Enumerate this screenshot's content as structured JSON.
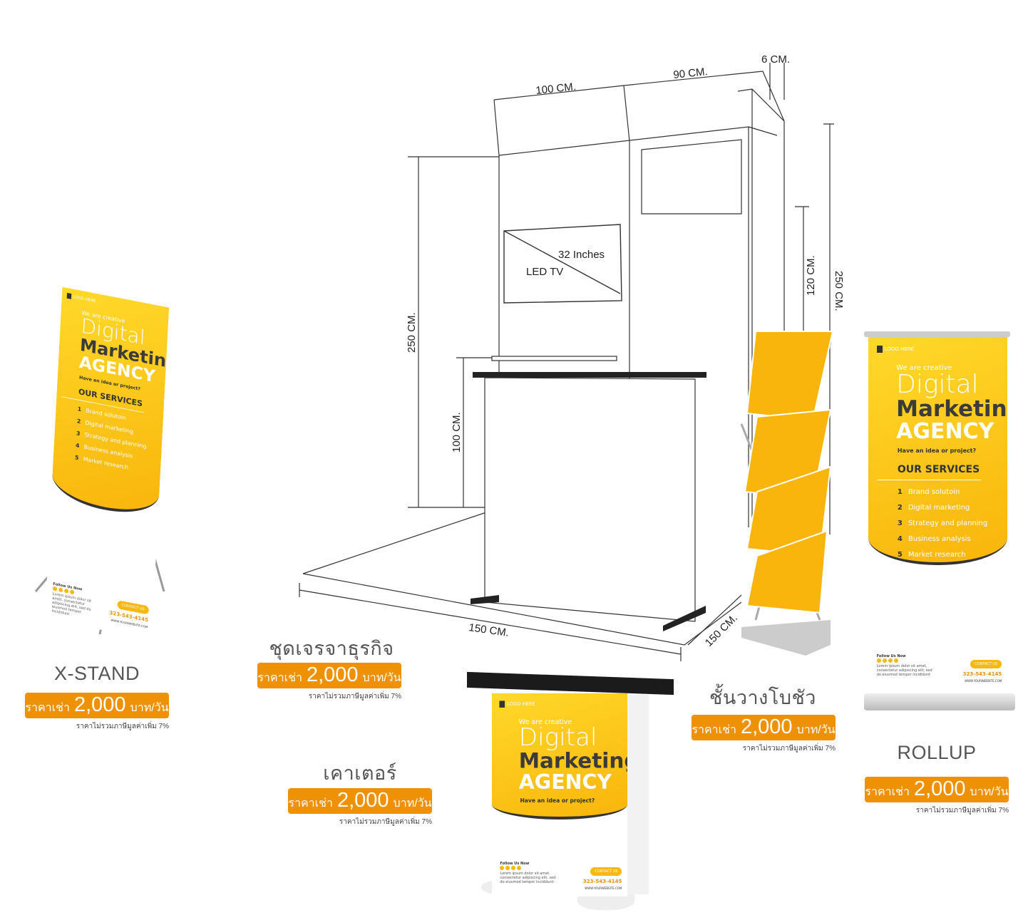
{
  "booth": {
    "dimensions": {
      "top_left": "100 CM.",
      "top_right": "90 CM.",
      "depth": "6 CM.",
      "height_left": "250 CM.",
      "door_height": "120 CM.",
      "height_right": "250 CM.",
      "counter_height": "100 CM.",
      "floor_width": "150 CM.",
      "floor_depth": "150 CM."
    },
    "tv": {
      "size": "32 Inches",
      "label": "LED TV"
    }
  },
  "products": [
    {
      "name": "X-STAND",
      "price_prefix": "ราคาเช่า",
      "price": "2,000",
      "price_unit": "บาท/วัน",
      "note": "ราคาไม่รวมภาษีมูลค่าเพิ่ม 7%"
    },
    {
      "name": "ชุดเจรจาธุรกิจ",
      "price_prefix": "ราคาเช่า",
      "price": "2,000",
      "price_unit": "บาท/วัน",
      "note": "ราคาไม่รวมภาษีมูลค่าเพิ่ม 7%"
    },
    {
      "name": "เคาเตอร์",
      "price_prefix": "ราคาเช่า",
      "price": "2,000",
      "price_unit": "บาท/วัน",
      "note": "ราคาไม่รวมภาษีมูลค่าเพิ่ม 7%"
    },
    {
      "name": "ชั้นวางโบชัว",
      "price_prefix": "ราคาเช่า",
      "price": "2,000",
      "price_unit": "บาท/วัน",
      "note": "ราคาไม่รวมภาษีมูลค่าเพิ่ม 7%"
    },
    {
      "name": "ROLLUP",
      "price_prefix": "ราคาเช่า",
      "price": "2,000",
      "price_unit": "บาท/วัน",
      "note": "ราคาไม่รวมภาษีมูลค่าเพิ่ม 7%"
    }
  ],
  "poster": {
    "logo": "LOGO HERE",
    "creative": "We are creative",
    "digital": "Digital",
    "marketing": "Marketing",
    "agency": "AGENCY",
    "idea": "Have an idea or project?",
    "services_title": "OUR SERVICES",
    "services": [
      {
        "n": "1",
        "label": "Brand solutoin"
      },
      {
        "n": "2",
        "label": "Digital marketing"
      },
      {
        "n": "3",
        "label": "Strategy and planning"
      },
      {
        "n": "4",
        "label": "Business analysis"
      },
      {
        "n": "5",
        "label": "Market research"
      }
    ],
    "follow": "Follow Us Now",
    "lorem": "Lorem ipsum dolor sit amet, consectetur adipiscing elit, sed do eiusmod tempor incididunt",
    "contact": "CONTACT US",
    "phone": "323-543-4145",
    "website": "WWW.YOURWEBSITE.COM"
  },
  "colors": {
    "accent": "#ef9104",
    "poster_yellow": "#f9b50b",
    "dark": "#333333"
  }
}
